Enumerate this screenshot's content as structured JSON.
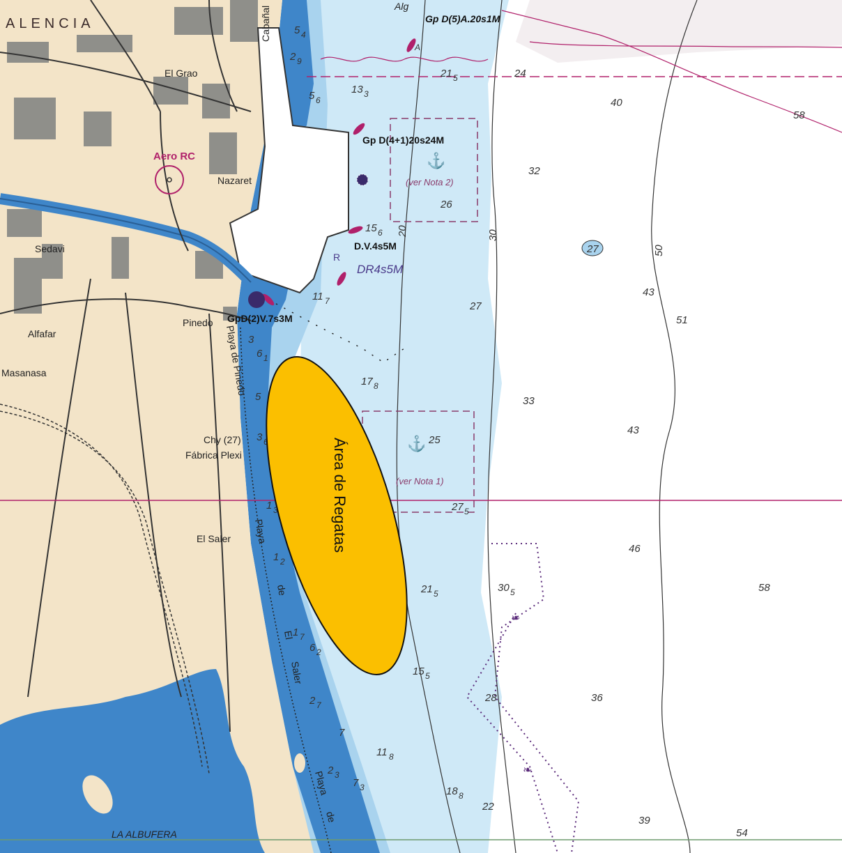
{
  "map": {
    "region_title": "ALENCIA",
    "places": {
      "el_grao": "El Grao",
      "nazaret": "Nazaret",
      "sedavi": "Sedavi",
      "alfafar": "Alfafar",
      "masanasa": "Masanasa",
      "pinedo": "Pinedo",
      "chy": "Chy (27)",
      "fabrica": "Fábrica Plexi",
      "el_saler": "El Saler",
      "la_albufera": "LA ALBUFERA",
      "cabanal": "Cabañal",
      "aero": "Aero RC",
      "playa_pinedo": "Playa de Pinedo",
      "playa_saler_1": "Playa",
      "playa_saler_2": "de",
      "playa_saler_3": "El",
      "playa_saler_4": "Saler",
      "playa_2a": "Playa",
      "playa_2b": "de",
      "alg": "Alg"
    },
    "lights": {
      "l1": "Gp D(5)A.20s1M",
      "l2": "Gp D(4+1)20s24M",
      "l3": "D.V.4s5M",
      "l4": "DR4s5M",
      "l5": "GpD(2)V.7s3M",
      "r_mark": "R",
      "a_mark": "A"
    },
    "notes": {
      "nota2": "(ver Nota 2)",
      "nota1": "(ver Nota 1)"
    },
    "depths": {
      "d54": "5",
      "d54s": "4",
      "d29": "2",
      "d29s": "9",
      "d56": "5",
      "d56s": "6",
      "d133": "13",
      "d133s": "3",
      "d215a": "21",
      "d215as": "5",
      "d24": "24",
      "d40": "40",
      "d58a": "58",
      "d32": "32",
      "d26": "26",
      "d156": "15",
      "d156s": "6",
      "d20": "20",
      "d30": "30",
      "d27c": "27",
      "d50": "50",
      "d43a": "43",
      "d51": "51",
      "d117": "11",
      "d117s": "7",
      "d27": "27",
      "d3": "3",
      "d61": "6",
      "d61s": "1",
      "d178": "17",
      "d178s": "8",
      "d5": "5",
      "d33": "33",
      "d25": "25",
      "d43b": "43",
      "d36": "3",
      "d36s": "6",
      "d275": "27",
      "d275s": "5",
      "d13": "1",
      "d13s": "3",
      "d46": "46",
      "d12": "1",
      "d12s": "2",
      "d215b": "21",
      "d215bs": "5",
      "d305": "30",
      "d305s": "5",
      "d58b": "58",
      "d17": "1",
      "d17s": "7",
      "d62": "6",
      "d62s": "2",
      "d155": "15",
      "d155s": "5",
      "d28": "28",
      "d36b": "36",
      "d27b": "2",
      "d27bs": "7",
      "d7": "7",
      "d118": "11",
      "d118s": "8",
      "d23": "2",
      "d23s": "3",
      "d73": "7",
      "d73s": "3",
      "d188": "18",
      "d188s": "8",
      "d22": "22",
      "d39": "39",
      "d54b": "54"
    },
    "regatta_area": "Área de Regatas",
    "colors": {
      "land": "#f3e4c8",
      "built": "#8f8f8a",
      "deep_water": "#3f86c9",
      "shallow": "#6aa6da",
      "mid_water": "#a9d3ee",
      "light_water": "#cfe9f7",
      "open_sea": "#ffffff",
      "magenta": "#b0206a",
      "regatta_fill": "#fbbf00"
    }
  }
}
